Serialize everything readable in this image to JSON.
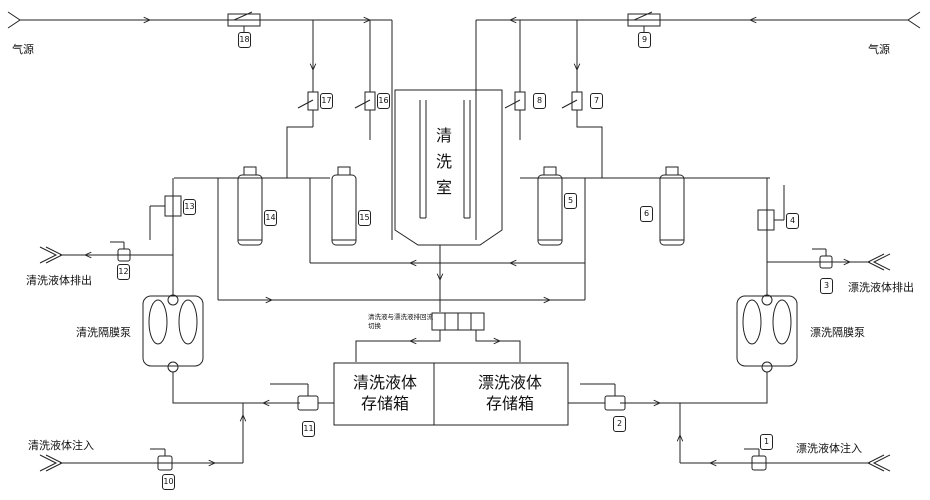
{
  "labels": {
    "air_left": "气源",
    "air_right": "气源",
    "clean_drain": "清洗液体排出",
    "rinse_drain": "漂洗液体排出",
    "clean_pump": "清洗隔膜泵",
    "rinse_pump": "漂洗隔膜泵",
    "clean_inject": "清洗液体注入",
    "rinse_inject": "漂洗液体注入",
    "clean_tank": "清洗液体\n存储箱",
    "rinse_tank": "漂洗液体\n存储箱",
    "chamber": "清\n洗\n室",
    "switch_valve": "清洗液与漂洗液排回流切换"
  },
  "components": {
    "n1": "1",
    "n2": "2",
    "n3": "3",
    "n4": "4",
    "n5": "5",
    "n6": "6",
    "n7": "7",
    "n8": "8",
    "n9": "9",
    "n10": "10",
    "n11": "11",
    "n12": "12",
    "n13": "13",
    "n14": "14",
    "n15": "15",
    "n16": "16",
    "n17": "17",
    "n18": "18"
  }
}
